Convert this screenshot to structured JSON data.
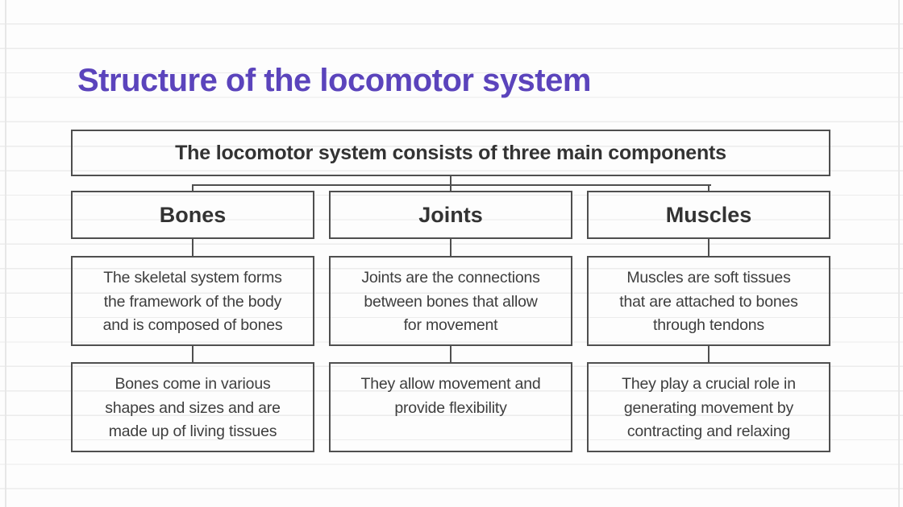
{
  "page": {
    "title": "Structure of the locomotor system"
  },
  "diagram": {
    "root_label": "The locomotor system consists of three main components",
    "columns": [
      {
        "header": "Bones",
        "desc1": "The skeletal system forms\nthe framework of the body\nand is composed of bones",
        "desc2": "Bones come in various\nshapes and sizes and are\nmade up of living tissues"
      },
      {
        "header": "Joints",
        "desc1": "Joints are the connections\nbetween bones that allow\nfor movement",
        "desc2": "They allow movement and\nprovide flexibility"
      },
      {
        "header": "Muscles",
        "desc1": "Muscles are soft tissues\nthat are attached to bones\nthrough tendons",
        "desc2": "They play a crucial role in\ngenerating movement by\ncontracting and relaxing"
      }
    ],
    "colors": {
      "accent_purple": "#5b44bc",
      "box_border": "#4f4f4f",
      "body_text": "#3e3e3e",
      "heading_text": "#333333",
      "rule_line": "#ececec",
      "background": "#fdfdfd"
    }
  }
}
